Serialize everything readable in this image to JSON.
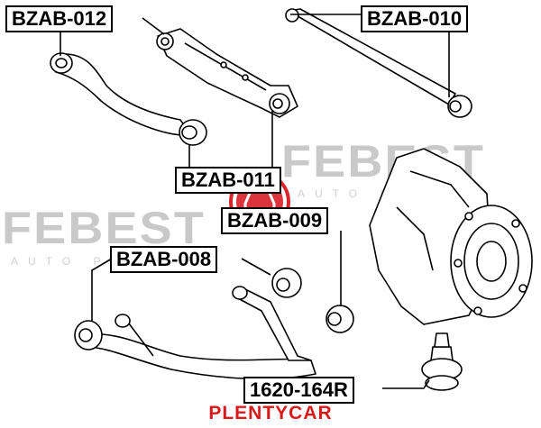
{
  "labels": {
    "bzab_012": "BZAB-012",
    "bzab_010": "BZAB-010",
    "bzab_011": "BZAB-011",
    "bzab_009": "BZAB-009",
    "bzab_008": "BZAB-008",
    "ball_joint": "1620-164R"
  },
  "watermark": {
    "logo_text": "FEBEST",
    "tagline_left": "AUTO PARTS",
    "tagline_right": "AUTO PARTS"
  },
  "brand_text": "PLENTYCAR",
  "colors": {
    "brand": "#d91a1a",
    "watermark": "#c9c9c9",
    "line": "#000000",
    "seal": "#d8242a"
  }
}
